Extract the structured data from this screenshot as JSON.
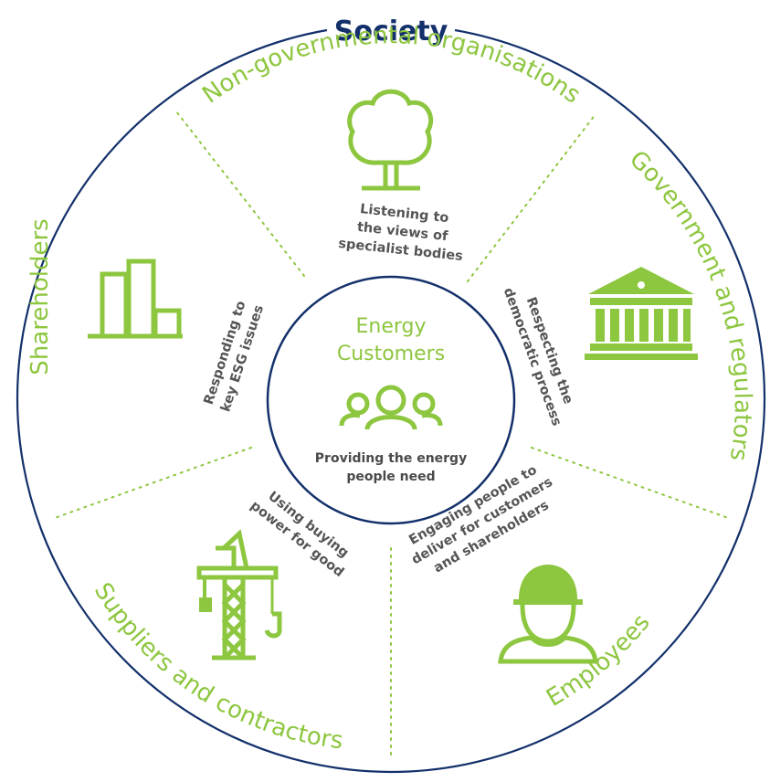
{
  "title": "Society",
  "center": {
    "title_line1": "Energy",
    "title_line2": "Customers",
    "subtitle_line1": "Providing the energy",
    "subtitle_line2": "people need",
    "icon": "people-group-icon"
  },
  "segments": {
    "ngo": {
      "label": "Non-governmental organisations",
      "desc_line1": "Listening to",
      "desc_line2": "the views of",
      "desc_line3": "specialist bodies",
      "icon": "tree-icon"
    },
    "government": {
      "label": "Government and regulators",
      "desc_line1": "Respecting the",
      "desc_line2": "democratic process",
      "icon": "government-building-icon"
    },
    "employees": {
      "label": "Employees",
      "desc_line1": "Engaging people to",
      "desc_line2": "deliver for customers",
      "desc_line3": "and shareholders",
      "icon": "worker-hardhat-icon"
    },
    "suppliers": {
      "label": "Suppliers and contractors",
      "desc_line1": "Using buying",
      "desc_line2": "power for good",
      "icon": "crane-icon"
    },
    "shareholders": {
      "label": "Shareholders",
      "desc_line1": "Responding to",
      "desc_line2": "key ESG issues",
      "icon": "bar-chart-icon"
    }
  },
  "colors": {
    "green": "#8dc63f",
    "navy": "#13306b",
    "grey_text": "#555555"
  }
}
